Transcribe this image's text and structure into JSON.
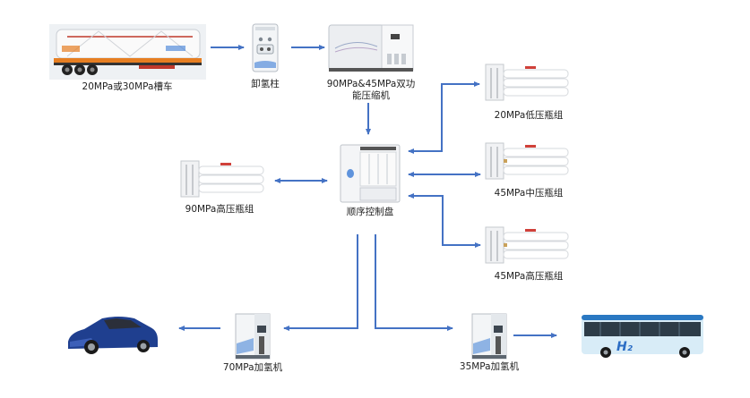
{
  "diagram": {
    "type": "hydrogen-refueling-station-flow",
    "colors": {
      "arrow": "#4472c4",
      "text": "#222222",
      "background": "#ffffff"
    },
    "nodes": {
      "tube_trailer": {
        "label": "20MPa或30MPa槽车",
        "icon": "tube-trailer-icon"
      },
      "unloading_post": {
        "label": "卸氢柱",
        "icon": "unloading-post-icon"
      },
      "compressor": {
        "label_line1": "90MPa&45MPa双功",
        "label_line2": "能压缩机",
        "icon": "compressor-icon"
      },
      "low_bank": {
        "label": "20MPa低压瓶组",
        "icon": "cylinder-bank-icon"
      },
      "high90_bank": {
        "label": "90MPa高压瓶组",
        "icon": "cylinder-bank-icon"
      },
      "control_panel": {
        "label": "顺序控制盘",
        "icon": "control-panel-icon"
      },
      "mid45_bank": {
        "label": "45MPa中压瓶组",
        "icon": "cylinder-bank-icon"
      },
      "high45_bank": {
        "label": "45MPa高压瓶组",
        "icon": "cylinder-bank-icon"
      },
      "dispenser70": {
        "label": "70MPa加氢机",
        "icon": "dispenser-icon"
      },
      "dispenser35": {
        "label": "35MPa加氢机",
        "icon": "dispenser-icon"
      },
      "car": {
        "label": "",
        "icon": "fuel-cell-car-icon"
      },
      "bus": {
        "label": "",
        "icon": "fuel-cell-bus-icon",
        "logo_text": "H₂"
      }
    },
    "edges": [
      {
        "from": "tube_trailer",
        "to": "unloading_post",
        "direction": "forward"
      },
      {
        "from": "unloading_post",
        "to": "compressor",
        "direction": "forward"
      },
      {
        "from": "compressor",
        "to": "control_panel",
        "direction": "forward"
      },
      {
        "from": "control_panel",
        "to": "low_bank",
        "direction": "both"
      },
      {
        "from": "control_panel",
        "to": "mid45_bank",
        "direction": "both"
      },
      {
        "from": "control_panel",
        "to": "high45_bank",
        "direction": "both"
      },
      {
        "from": "control_panel",
        "to": "high90_bank",
        "direction": "both"
      },
      {
        "from": "control_panel",
        "to": "dispenser70",
        "direction": "forward"
      },
      {
        "from": "control_panel",
        "to": "dispenser35",
        "direction": "forward"
      },
      {
        "from": "dispenser70",
        "to": "car",
        "direction": "forward"
      },
      {
        "from": "dispenser35",
        "to": "bus",
        "direction": "forward"
      }
    ]
  }
}
